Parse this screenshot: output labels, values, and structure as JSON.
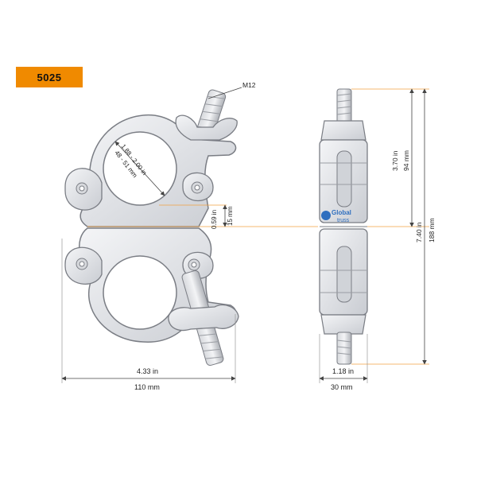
{
  "product": {
    "code": "5025",
    "badge_color": "#f08a00"
  },
  "labels": {
    "bolt": "M12",
    "tube_diameter_in": "1.88 - 2.00 in",
    "tube_diameter_mm": "48 - 51 mm",
    "gap_in": "0.59 in",
    "gap_mm": "15 mm",
    "width_in": "4.33 in",
    "width_mm": "110 mm",
    "half_height_in": "3.70 in",
    "half_height_mm": "94 mm",
    "height_in": "7.40 in",
    "height_mm": "188 mm",
    "depth_in": "1.18 in",
    "depth_mm": "30 mm"
  },
  "logo": {
    "line1": "Global",
    "line2": "truss"
  },
  "colors": {
    "dimension_line": "#444444",
    "guide_line": "#f0a040",
    "metal_fill": "#e4e6ea",
    "metal_stroke": "#7a7d84"
  }
}
